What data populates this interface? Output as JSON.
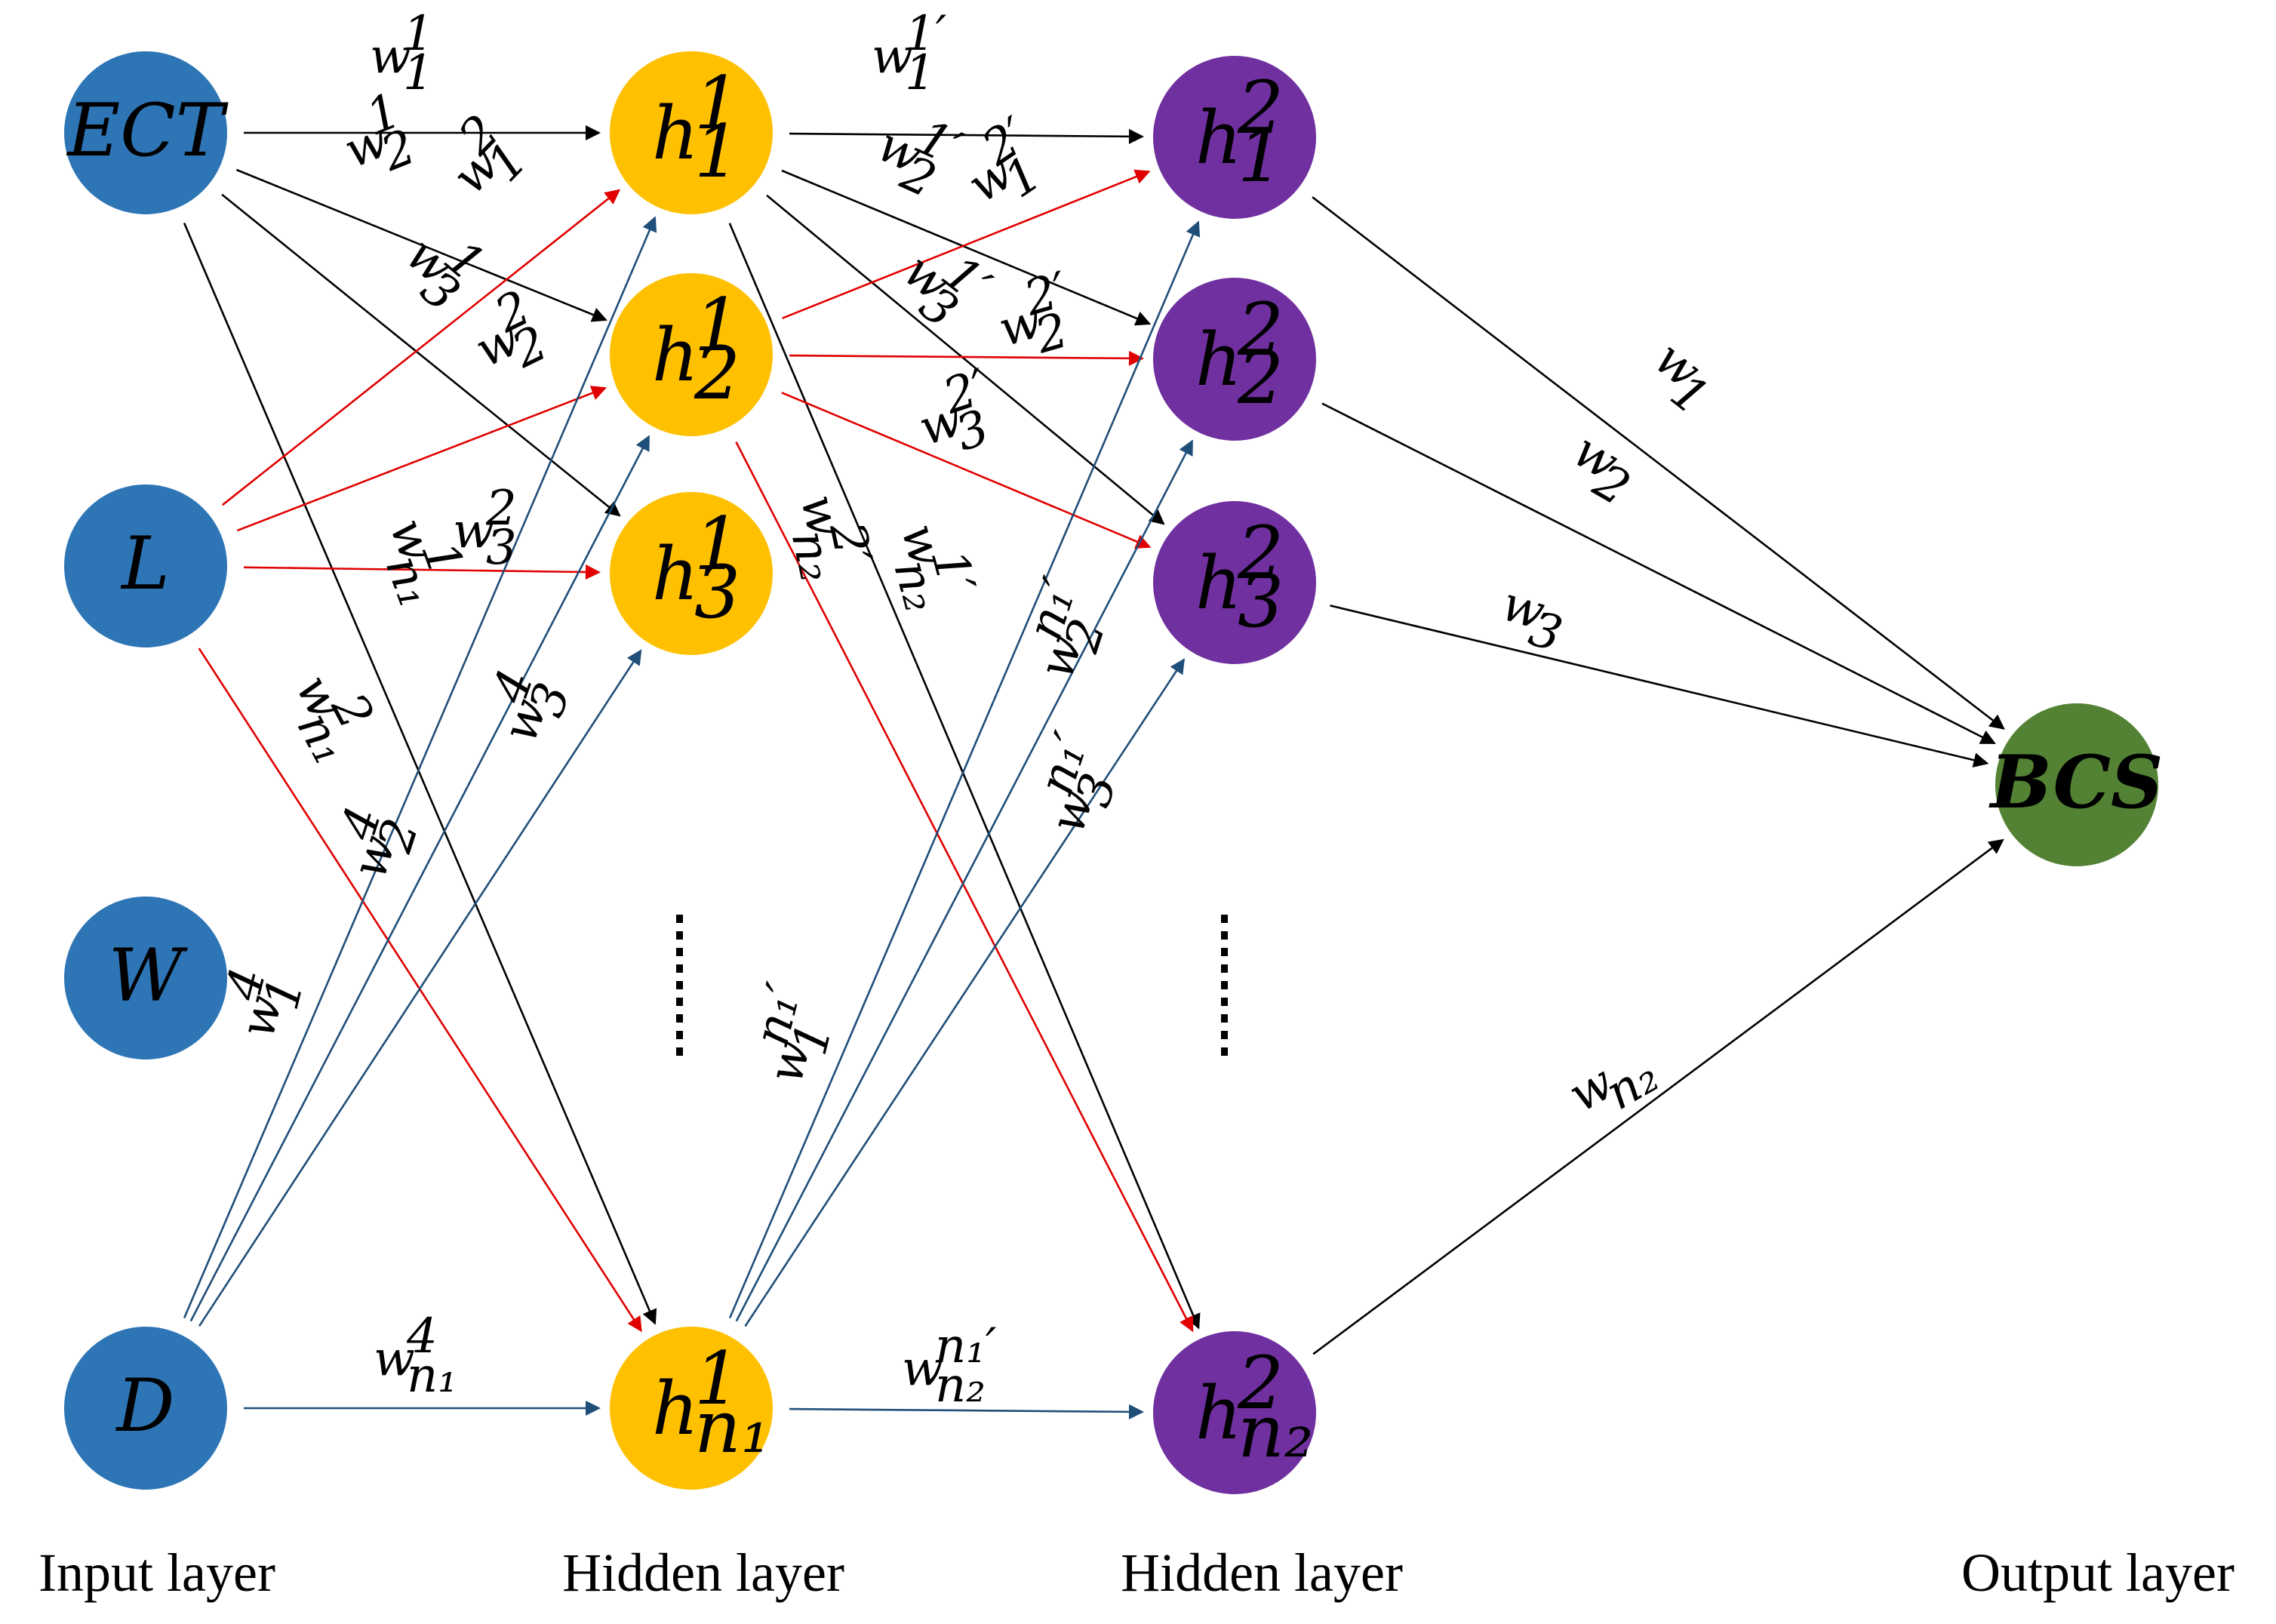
{
  "colors": {
    "input": "#2E75B6",
    "hidden1": "#FFC000",
    "hidden2": "#7030A0",
    "output": "#548235",
    "edge_black": "#000000",
    "edge_red": "#E00000",
    "edge_blue": "#1F4E79"
  },
  "layers": [
    {
      "key": "input",
      "label": "Input layer"
    },
    {
      "key": "hidden1",
      "label": "Hidden layer"
    },
    {
      "key": "hidden2",
      "label": "Hidden layer"
    },
    {
      "key": "output",
      "label": "Output layer"
    }
  ],
  "nodes": {
    "input": [
      {
        "id": "ECT",
        "base": "ECT"
      },
      {
        "id": "L",
        "base": "L"
      },
      {
        "id": "W",
        "base": "W"
      },
      {
        "id": "D",
        "base": "D"
      }
    ],
    "hidden1": [
      {
        "id": "h1_1",
        "base": "h",
        "sup": "1",
        "sub": "1"
      },
      {
        "id": "h1_2",
        "base": "h",
        "sup": "1",
        "sub": "2"
      },
      {
        "id": "h1_3",
        "base": "h",
        "sup": "1",
        "sub": "3"
      },
      {
        "id": "h1_n1",
        "base": "h",
        "sup": "1",
        "sub": "n₁"
      }
    ],
    "hidden2": [
      {
        "id": "h2_1",
        "base": "h",
        "sup": "2",
        "sub": "1"
      },
      {
        "id": "h2_2",
        "base": "h",
        "sup": "2",
        "sub": "2"
      },
      {
        "id": "h2_3",
        "base": "h",
        "sup": "2",
        "sub": "3"
      },
      {
        "id": "h2_n2",
        "base": "h",
        "sup": "2",
        "sub": "n₂"
      }
    ],
    "output": [
      {
        "id": "BCS",
        "base": "BCS"
      }
    ]
  },
  "weight_labels": [
    {
      "base": "w",
      "sub": "1",
      "sup": "1"
    },
    {
      "base": "w",
      "sub": "2",
      "sup": "1"
    },
    {
      "base": "w",
      "sub": "1",
      "sup": "2"
    },
    {
      "base": "w",
      "sub": "3",
      "sup": "1"
    },
    {
      "base": "w",
      "sub": "2",
      "sup": "2"
    },
    {
      "base": "w",
      "sub": "3",
      "sup": "2"
    },
    {
      "base": "w",
      "sub": "n₁",
      "sup": "1"
    },
    {
      "base": "w",
      "sub": "n₁",
      "sup": "2"
    },
    {
      "base": "w",
      "sub": "3",
      "sup": "4"
    },
    {
      "base": "w",
      "sub": "2",
      "sup": "4"
    },
    {
      "base": "w",
      "sub": "1",
      "sup": "4"
    },
    {
      "base": "w",
      "sub": "n₁",
      "sup": "4"
    },
    {
      "base": "w",
      "sub": "1",
      "sup": "1′"
    },
    {
      "base": "w",
      "sub": "2",
      "sup": "1′"
    },
    {
      "base": "w",
      "sub": "1",
      "sup": "2′"
    },
    {
      "base": "w",
      "sub": "3",
      "sup": "1′"
    },
    {
      "base": "w",
      "sub": "2",
      "sup": "2′"
    },
    {
      "base": "w",
      "sub": "3",
      "sup": "2′"
    },
    {
      "base": "w",
      "sub": "n₂",
      "sup": "2′"
    },
    {
      "base": "w",
      "sub": "n₂",
      "sup": "1′"
    },
    {
      "base": "w",
      "sub": "2",
      "sup": "n₁′"
    },
    {
      "base": "w",
      "sub": "3",
      "sup": "n₁′"
    },
    {
      "base": "w",
      "sub": "1",
      "sup": "n₁′"
    },
    {
      "base": "w",
      "sub": "n₂",
      "sup": "n₁′"
    },
    {
      "base": "w",
      "sub": "1",
      "sup": ""
    },
    {
      "base": "w",
      "sub": "2",
      "sup": ""
    },
    {
      "base": "w",
      "sub": "3",
      "sup": ""
    },
    {
      "base": "w",
      "sub": "n₂",
      "sup": ""
    }
  ]
}
